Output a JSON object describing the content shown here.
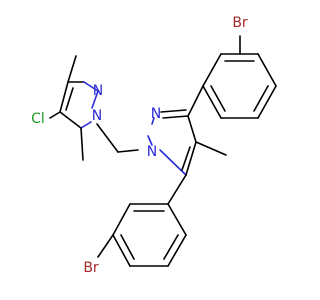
{
  "atoms": {
    "n_top_ring_1": "N",
    "n_top_ring_2": "N",
    "n_right_ring_1": "N",
    "n_right_ring_2": "N",
    "chlorine": "Cl",
    "bromine_top": "Br",
    "bromine_bottom": "Br"
  },
  "colors": {
    "carbon": "#000000",
    "nitrogen": "#2a2ad8",
    "chlorine": "#1f9e1f",
    "bromine": "#a52a2a"
  }
}
